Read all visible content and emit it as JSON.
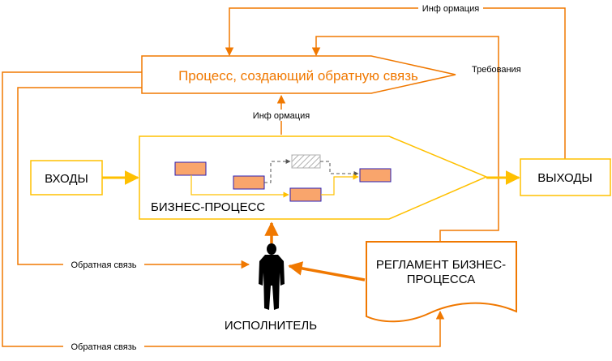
{
  "colors": {
    "orange": "#f07800",
    "yellow": "#ffc000",
    "process_fill": "#f9a56c",
    "process_border": "#2a1eb4",
    "dashed_box": "#b0b0b0"
  },
  "labels": {
    "process_feedback": "Процесс, создающий обратную связь",
    "info_top": "Инф ормация",
    "info_mid": "Инф ормация",
    "requirements": "Требования",
    "inputs": "ВХОДЫ",
    "outputs": "ВЫХОДЫ",
    "business_process": "БИЗНЕС-ПРОЦЕСС",
    "regulation_line1": "РЕГЛАМЕНТ БИЗНЕС-",
    "regulation_line2": "ПРОЦЕССА",
    "executor": "ИСПОЛНИТЕЛЬ",
    "feedback_1": "Обратная связь",
    "feedback_2": "Обратная связь"
  },
  "icons": {
    "executor_figure": "person-silhouette-icon"
  }
}
